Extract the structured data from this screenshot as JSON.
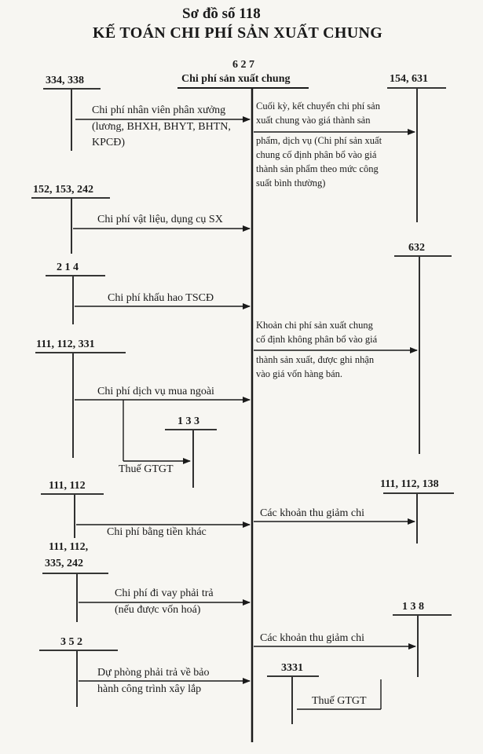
{
  "diagram": {
    "heading": "Sơ đồ số 118",
    "title": "KẾ TOÁN CHI PHÍ SẢN XUẤT CHUNG",
    "center_account_code": "6 2 7",
    "center_account_name": "Chi phí sản xuất chung"
  },
  "accounts": {
    "a334": "334, 338",
    "a152": "152, 153, 242",
    "a214": "2 1 4",
    "a111_331": "111, 112, 331",
    "a133": "1 3 3",
    "a111_112": "111, 112",
    "a111_335_l1": "111, 112,",
    "a111_335_l2": "335, 242",
    "a352": "3 5 2",
    "a154": "154, 631",
    "a632": "632",
    "a111_138": "111, 112, 138",
    "a138": "1 3 8",
    "a3331": "3331"
  },
  "flows": {
    "staff_l1": "Chi phí nhân viên phân xưởng",
    "staff_l2": "(lương, BHXH, BHYT, BHTN,",
    "staff_l3": "KPCĐ)",
    "materials": "Chi phí vật liệu, dụng cụ SX",
    "depreciation": "Chi phí khấu hao TSCĐ",
    "outsourced": "Chi phí dịch vụ mua ngoài",
    "vat_in": "Thuế GTGT",
    "other_cash": "Chi phí bằng tiền khác",
    "borrow_l1": "Chi phí đi vay phải trả",
    "borrow_l2": "(nếu được vốn hoá)",
    "warranty_l1": "Dự phòng phải trả về bảo",
    "warranty_l2": "hành công trình xây lắp",
    "transfer_l1": "Cuối kỳ, kết chuyển chi phí sản",
    "transfer_l2": "xuất chung vào giá thành sản",
    "transfer_l3": "phẩm, dịch vụ (Chi phí sản xuất",
    "transfer_l4": "chung cố định phân bổ vào giá",
    "transfer_l5": "thành sản phẩm theo mức công",
    "transfer_l6": "suất bình thường)",
    "fixed_l1": "Khoản chi phí sản xuất chung",
    "fixed_l2": "cố định không phân bổ vào giá",
    "fixed_l3": "thành sản xuất, được ghi nhận",
    "fixed_l4": "vào giá vốn hàng bán.",
    "reduce1": "Các khoản thu giảm chi",
    "reduce2": "Các khoản thu giảm chi",
    "vat_out": "Thuế GTGT"
  }
}
